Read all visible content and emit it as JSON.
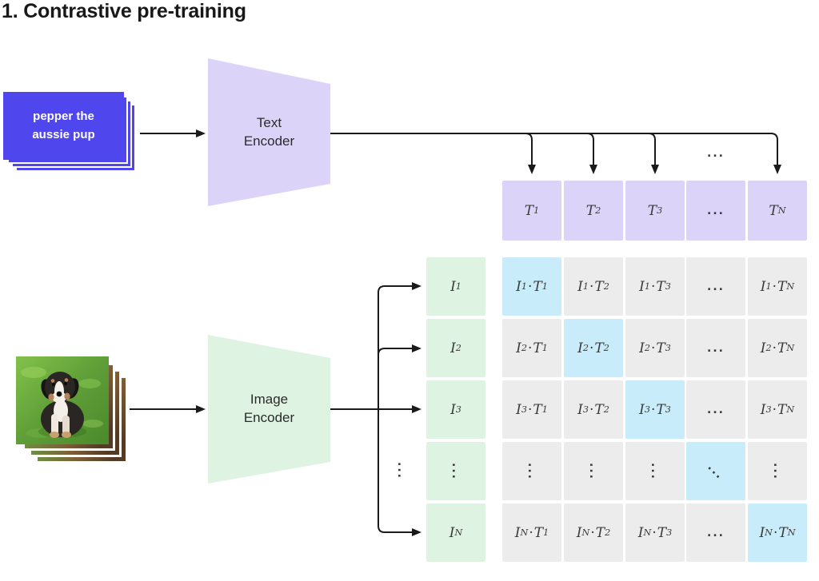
{
  "title": "1. Contrastive pre-training",
  "text_input": {
    "lines": [
      "pepper the",
      "aussie pup"
    ]
  },
  "encoders": {
    "text": "Text Encoder",
    "image": "Image Encoder"
  },
  "t_row": [
    "T_1",
    "T_2",
    "T_3",
    "…",
    "T_N"
  ],
  "i_column": [
    "I_1",
    "I_2",
    "I_3",
    "⋮",
    "I_N"
  ],
  "matrix": [
    [
      "I_1·T_1",
      "I_1·T_2",
      "I_1·T_3",
      "…",
      "I_1·T_N"
    ],
    [
      "I_2·T_1",
      "I_2·T_2",
      "I_2·T_3",
      "…",
      "I_2·T_N"
    ],
    [
      "I_3·T_1",
      "I_3·T_2",
      "I_3·T_3",
      "…",
      "I_3·T_N"
    ],
    [
      "⋮",
      "⋮",
      "⋮",
      "⋱",
      "⋮"
    ],
    [
      "I_N·T_1",
      "I_N·T_2",
      "I_N·T_3",
      "…",
      "I_N·T_N"
    ]
  ],
  "decorations": {
    "ellipsis_above_t_row": "…",
    "vdots_left_of_i_column": "⋮"
  },
  "icons": {
    "image_input": "dog-photo-stack"
  },
  "colors": {
    "card_blue": "#5046ee",
    "lavender": "#dcd3f8",
    "green": "#def3e2",
    "matrix_gray": "#ececec",
    "diagonal_blue": "#c9ecfa",
    "line": "#1a1a1a",
    "text_dark": "#18181b",
    "math_text": "#3a3a3a"
  }
}
